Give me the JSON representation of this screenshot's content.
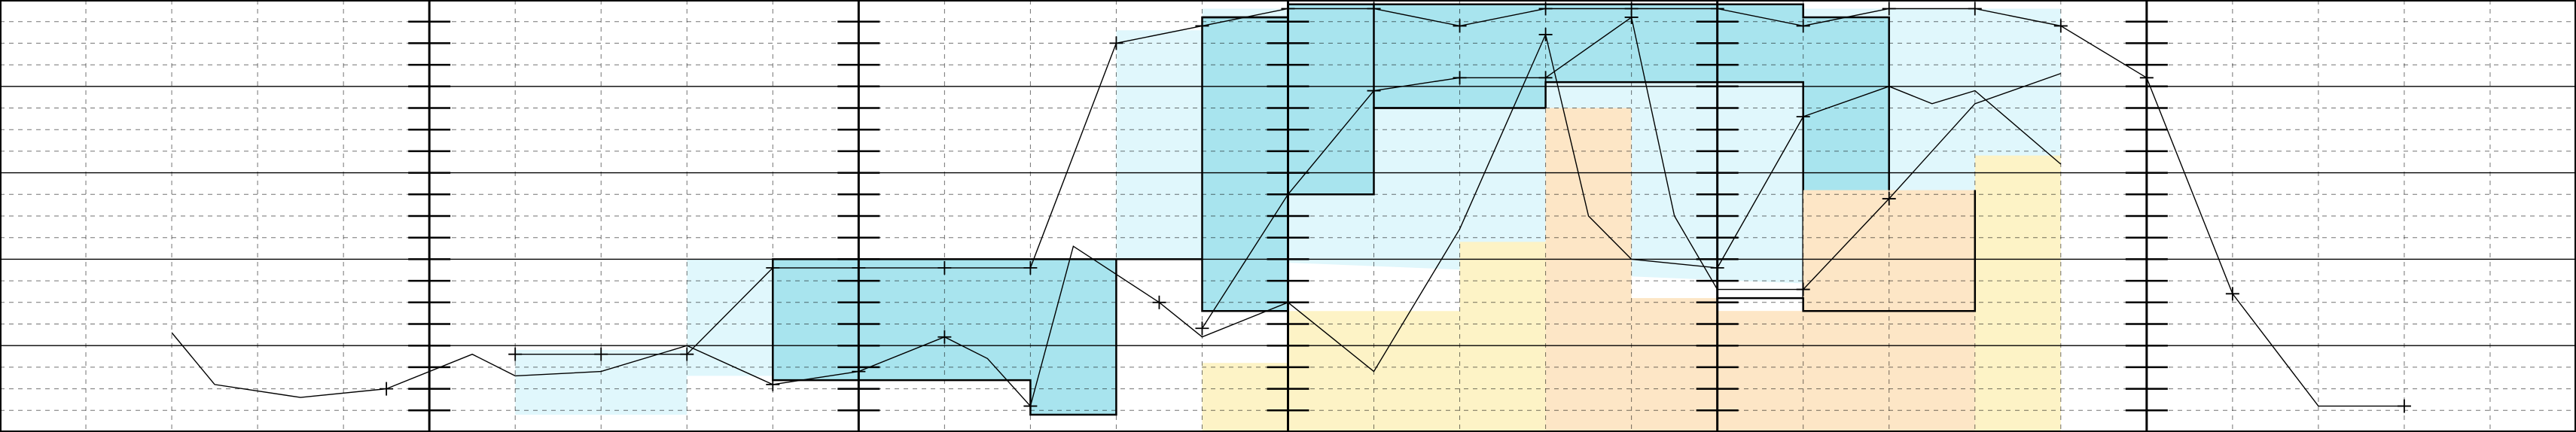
{
  "chart_data": {
    "type": "area",
    "title": "",
    "xlabel": "",
    "ylabel": "",
    "xlim": [
      0,
      30
    ],
    "ylim": [
      0,
      10
    ],
    "grid": true,
    "colors": {
      "light_cyan": "#e0f7fc",
      "cyan": "#a8e4ee",
      "peach": "#fde6c6",
      "light_yellow": "#fdf3c6",
      "line": "#000000",
      "grid": "#000000"
    },
    "step_areas": [
      {
        "color": "light_cyan",
        "outlined": false,
        "x": [
          6,
          8,
          8,
          9,
          9,
          13,
          13,
          14,
          14,
          24
        ],
        "y": [
          1.9,
          1.9,
          4.0,
          4.0,
          4.0,
          4.0,
          9.3,
          9.3,
          9.8,
          9.8
        ],
        "base": [
          0.4,
          0.4,
          1.3,
          1.3,
          1.3,
          1.3,
          4.0,
          4.0,
          4.0,
          3.2
        ]
      },
      {
        "color": "cyan",
        "outlined": true,
        "x": [
          9,
          12,
          12,
          13,
          13,
          14,
          14,
          15,
          15,
          16,
          16,
          17,
          17,
          18,
          18,
          20,
          20,
          21,
          21,
          22
        ],
        "y": [
          4.0,
          4.0,
          4.0,
          4.0,
          4.0,
          4.0,
          9.6,
          9.6,
          9.9,
          9.9,
          9.9,
          9.9,
          9.9,
          9.9,
          9.9,
          9.9,
          9.9,
          9.9,
          9.6,
          9.6
        ],
        "base": [
          1.2,
          1.2,
          0.4,
          0.4,
          4.0,
          4.0,
          2.8,
          2.8,
          5.5,
          5.5,
          7.5,
          7.5,
          7.5,
          7.5,
          8.1,
          8.1,
          8.1,
          8.1,
          2.8,
          2.8
        ]
      },
      {
        "color": "light_yellow",
        "outlined": false,
        "x": [
          14,
          15,
          15,
          17,
          17,
          18,
          18,
          19,
          19,
          20,
          20,
          23,
          23,
          24
        ],
        "y": [
          1.6,
          1.6,
          2.8,
          2.8,
          4.4,
          4.4,
          7.5,
          7.5,
          3.1,
          3.1,
          2.8,
          2.8,
          6.4,
          6.4
        ],
        "base": [
          0,
          0,
          0,
          0,
          0,
          0,
          0,
          0,
          0,
          0,
          0,
          0,
          0,
          0
        ]
      },
      {
        "color": "peach",
        "outlined": false,
        "x": [
          18,
          19,
          19,
          20,
          20,
          21,
          21,
          23
        ],
        "y": [
          7.5,
          7.5,
          3.1,
          3.1,
          2.8,
          2.8,
          5.6,
          5.6
        ],
        "base": [
          0,
          0,
          0,
          0,
          0,
          0,
          0,
          0
        ]
      }
    ],
    "area_outlines": [
      {
        "x": [
          14,
          15,
          15,
          16,
          16,
          17
        ],
        "y": [
          9.6,
          9.6,
          9.9,
          9.9,
          7.5,
          7.5
        ]
      },
      {
        "x": [
          20,
          21,
          21,
          23,
          23
        ],
        "y": [
          3.1,
          3.1,
          2.8,
          2.8,
          5.6
        ]
      }
    ],
    "series": [
      {
        "x": [
          6,
          7,
          8,
          9,
          10,
          11,
          12,
          13,
          14,
          15,
          16,
          17,
          18,
          19,
          20,
          21,
          22,
          23,
          24,
          25,
          26,
          27,
          28
        ],
        "y": [
          1.8,
          1.8,
          1.8,
          3.8,
          3.8,
          3.8,
          3.8,
          9.0,
          9.4,
          9.8,
          9.8,
          9.4,
          9.8,
          9.8,
          9.8,
          9.4,
          9.8,
          9.8,
          9.4,
          8.2,
          3.2,
          0.6,
          0.6
        ],
        "markers": [
          true,
          true,
          true,
          true,
          true,
          true,
          true,
          true,
          true,
          true,
          true,
          true,
          true,
          true,
          true,
          true,
          true,
          true,
          true,
          true,
          true,
          false,
          true
        ]
      },
      {
        "x": [
          2,
          2.5,
          3.5,
          4.5,
          5.5,
          6,
          7,
          8,
          9,
          10,
          11,
          11.5,
          12,
          12.5,
          13.5,
          14,
          15,
          16,
          17,
          18,
          18.5,
          19,
          20,
          21,
          22,
          22.5,
          23,
          24
        ],
        "y": [
          2.3,
          1.1,
          0.8,
          1.0,
          1.8,
          1.3,
          1.4,
          2.0,
          1.1,
          1.4,
          2.2,
          1.7,
          0.6,
          4.3,
          3.0,
          2.2,
          3.0,
          1.4,
          4.7,
          9.2,
          5.0,
          4.0,
          3.8,
          7.3,
          8.0,
          7.6,
          7.9,
          6.2
        ],
        "markers": [
          false,
          false,
          false,
          true,
          false,
          false,
          false,
          false,
          true,
          true,
          true,
          false,
          true,
          false,
          true,
          false,
          false,
          false,
          false,
          true,
          false,
          false,
          true,
          true,
          false,
          false,
          false,
          false
        ]
      },
      {
        "x": [
          14,
          15,
          16,
          17,
          18,
          19,
          19.5,
          20,
          21,
          22,
          23,
          24
        ],
        "y": [
          2.4,
          5.5,
          7.9,
          8.2,
          8.2,
          9.6,
          5.0,
          3.3,
          3.3,
          5.4,
          7.6,
          8.3
        ],
        "markers": [
          true,
          true,
          true,
          true,
          true,
          true,
          false,
          false,
          true,
          true,
          false,
          false
        ]
      }
    ]
  }
}
